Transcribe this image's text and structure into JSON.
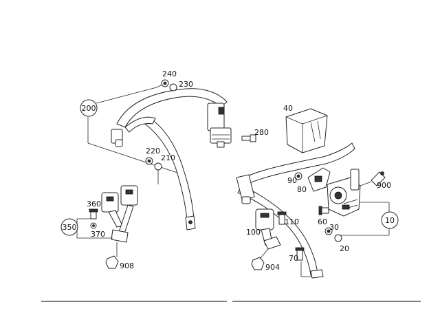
{
  "callouts": {
    "p10": "10",
    "p20": "20",
    "p30": "30",
    "p40": "40",
    "p60": "60",
    "p70": "70",
    "p80": "80",
    "p90": "90",
    "p100": "100",
    "p110": "110",
    "p200": "200",
    "p210": "210",
    "p220": "220",
    "p230": "230",
    "p240": "240",
    "p280": "280",
    "p350": "350",
    "p360": "360",
    "p370": "370",
    "p900": "900",
    "p904": "904",
    "p908": "908"
  }
}
